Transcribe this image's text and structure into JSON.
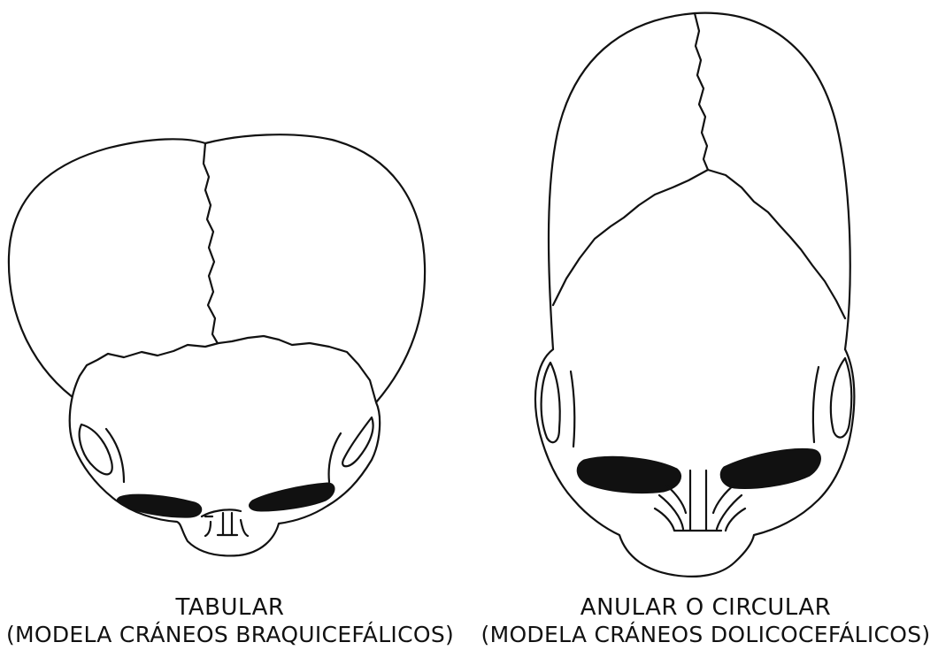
{
  "left": {
    "title": "TABULAR",
    "subtitle": "(MODELA CRÁNEOS BRAQUICEFÁLICOS)"
  },
  "right": {
    "title": "ANULAR O CIRCULAR",
    "subtitle": "(MODELA CRÁNEOS DOLICOCEFÁLICOS)"
  }
}
